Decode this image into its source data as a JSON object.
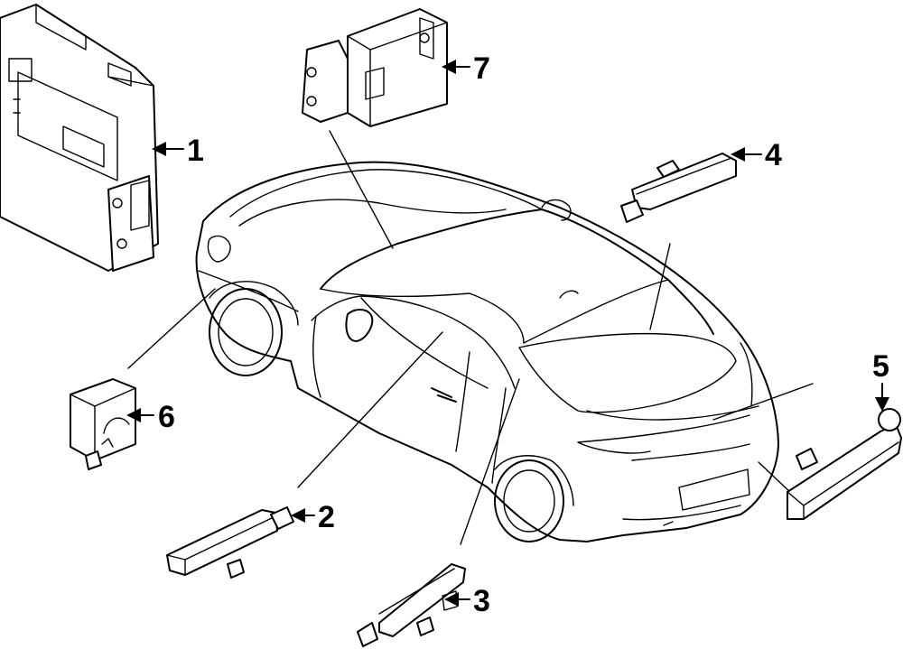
{
  "diagram": {
    "callouts": [
      {
        "number": "1"
      },
      {
        "number": "2"
      },
      {
        "number": "3"
      },
      {
        "number": "4"
      },
      {
        "number": "5"
      },
      {
        "number": "6"
      },
      {
        "number": "7"
      }
    ]
  }
}
